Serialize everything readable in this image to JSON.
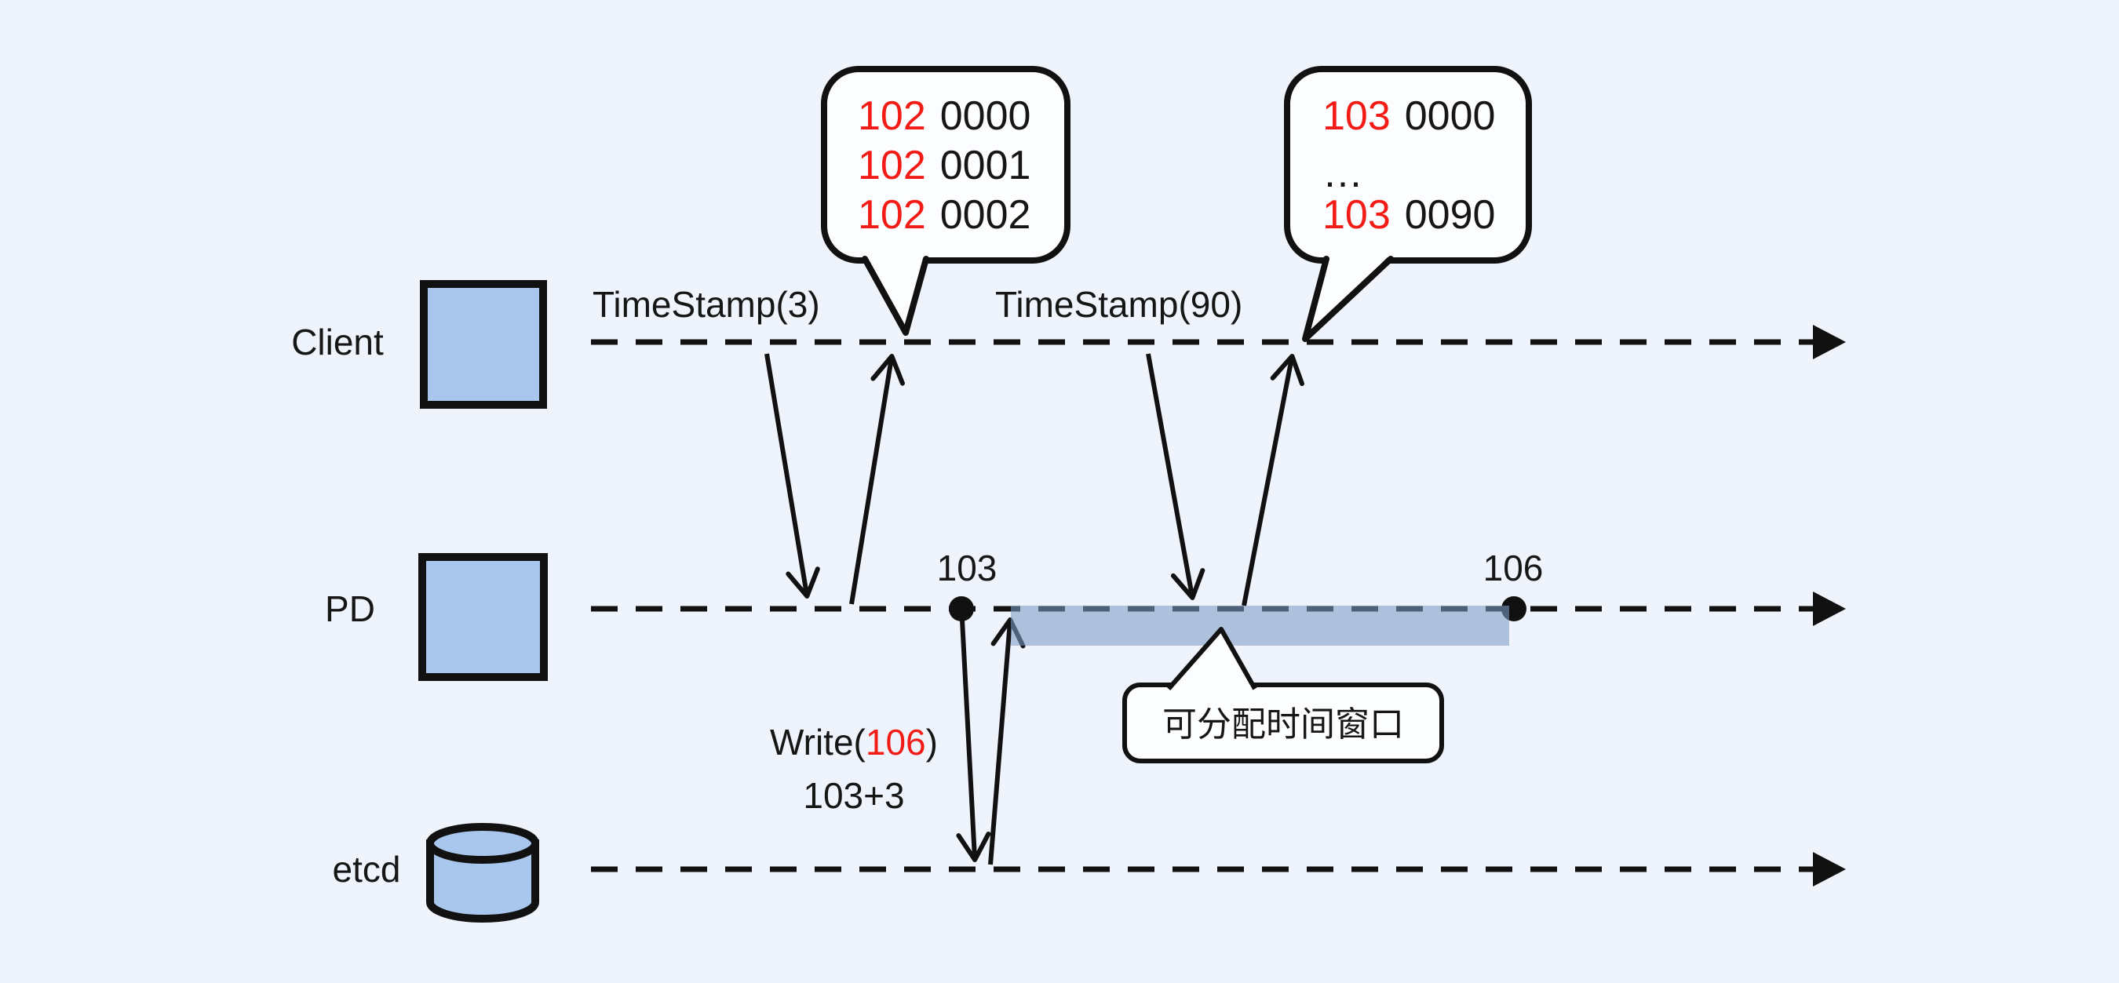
{
  "colors": {
    "background": "#eff3fb",
    "node_fill": "#a9c6ed",
    "stroke": "#111111",
    "highlight_red": "#f31b15",
    "window_bar": "rgba(125,156,200,0.58)",
    "bubble_fill": "#fcfdff"
  },
  "lanes": [
    {
      "label": "Client"
    },
    {
      "label": "PD"
    },
    {
      "label": "etcd"
    }
  ],
  "client_row": {
    "ts3": "TimeStamp(3)",
    "ts90": "TimeStamp(90)"
  },
  "bubbles": {
    "ts3": {
      "lines": [
        [
          "102",
          "0000"
        ],
        [
          "102",
          "0001"
        ],
        [
          "102",
          "0002"
        ]
      ]
    },
    "ts90": {
      "first": [
        "103",
        "0000"
      ],
      "dots": "…",
      "last": [
        "103",
        "0090"
      ]
    }
  },
  "pd_row": {
    "start_label": "103",
    "end_label": "106",
    "window_label": "可分配时间窗口"
  },
  "write": {
    "prefix": "Write(",
    "value": "106",
    "suffix": ")",
    "second_line": "103+3"
  }
}
